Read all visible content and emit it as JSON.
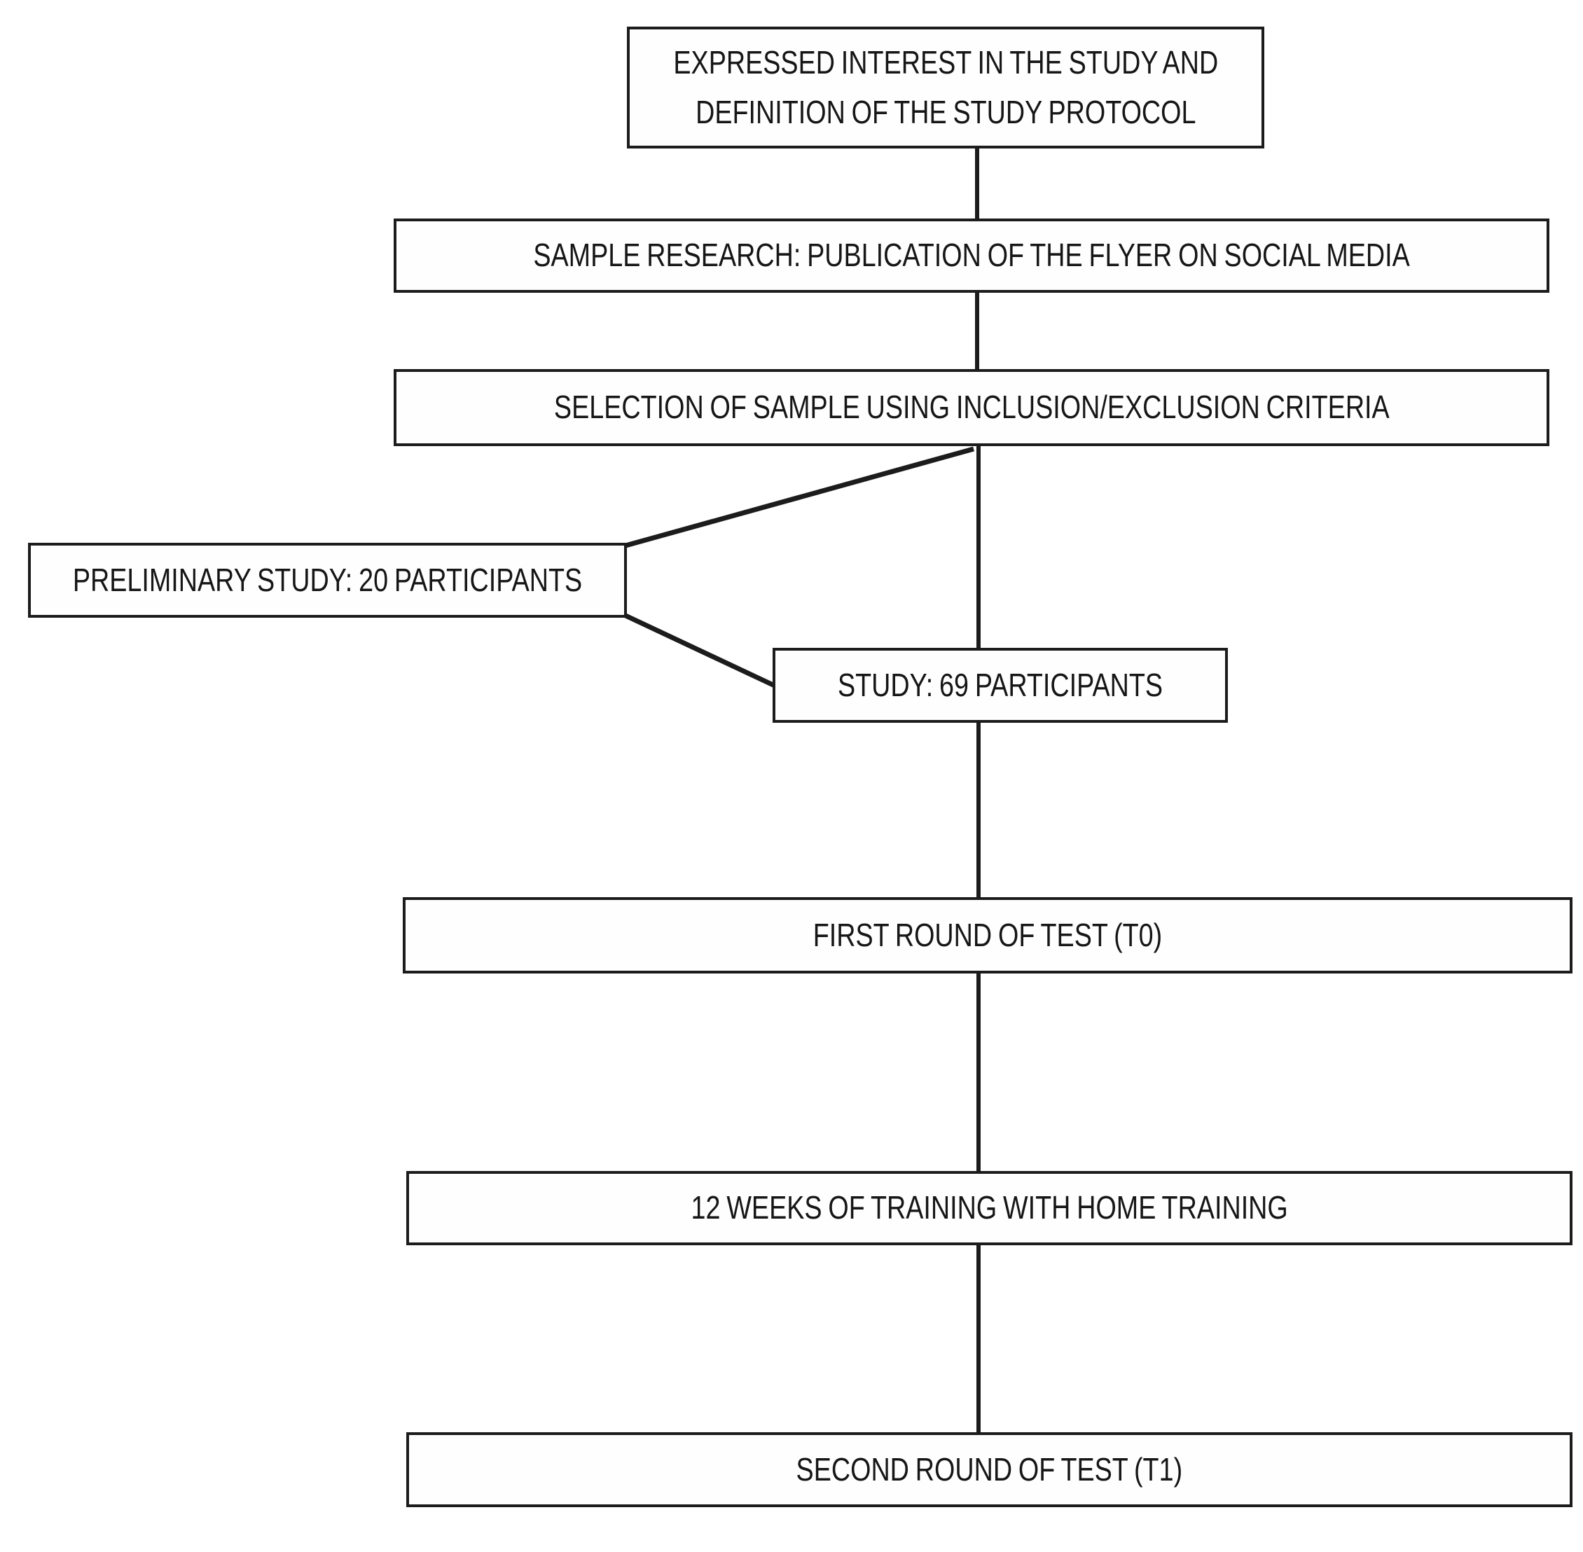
{
  "diagram": {
    "type": "flowchart",
    "colors": {
      "background": "#ffffff",
      "box_fill": "#fefefe",
      "line_color": "#1c1c1c",
      "text_color": "#161616"
    },
    "nodes": [
      {
        "id": "expressed-interest",
        "label": "EXPRESSED INTEREST IN THE STUDY AND DEFINITION OF THE STUDY PROTOCOL",
        "label_lines": [
          "EXPRESSED INTEREST IN THE STUDY AND",
          "DEFINITION OF THE STUDY PROTOCOL"
        ]
      },
      {
        "id": "sample-research",
        "label": "SAMPLE RESEARCH: PUBLICATION OF THE FLYER ON SOCIAL MEDIA"
      },
      {
        "id": "sample-selection",
        "label": "SELECTION OF SAMPLE USING INCLUSION/EXCLUSION CRITERIA"
      },
      {
        "id": "preliminary-study",
        "label": "PRELIMINARY STUDY: 20 PARTICIPANTS"
      },
      {
        "id": "study",
        "label": "STUDY: 69 PARTICIPANTS"
      },
      {
        "id": "first-round-test",
        "label": "FIRST ROUND OF TEST (T0)"
      },
      {
        "id": "training",
        "label": "12 WEEKS OF TRAINING WITH HOME TRAINING"
      },
      {
        "id": "second-round-test",
        "label": "SECOND ROUND OF TEST (T1)"
      }
    ],
    "edges": [
      {
        "from": "expressed-interest",
        "to": "sample-research",
        "shape": "vertical"
      },
      {
        "from": "sample-research",
        "to": "sample-selection",
        "shape": "vertical"
      },
      {
        "from": "sample-selection",
        "to": "preliminary-study",
        "shape": "diagonal"
      },
      {
        "from": "preliminary-study",
        "to": "study",
        "shape": "diagonal"
      },
      {
        "from": "sample-selection",
        "to": "first-round-test",
        "shape": "vertical"
      },
      {
        "from": "first-round-test",
        "to": "training",
        "shape": "vertical"
      },
      {
        "from": "training",
        "to": "second-round-test",
        "shape": "vertical"
      }
    ]
  }
}
